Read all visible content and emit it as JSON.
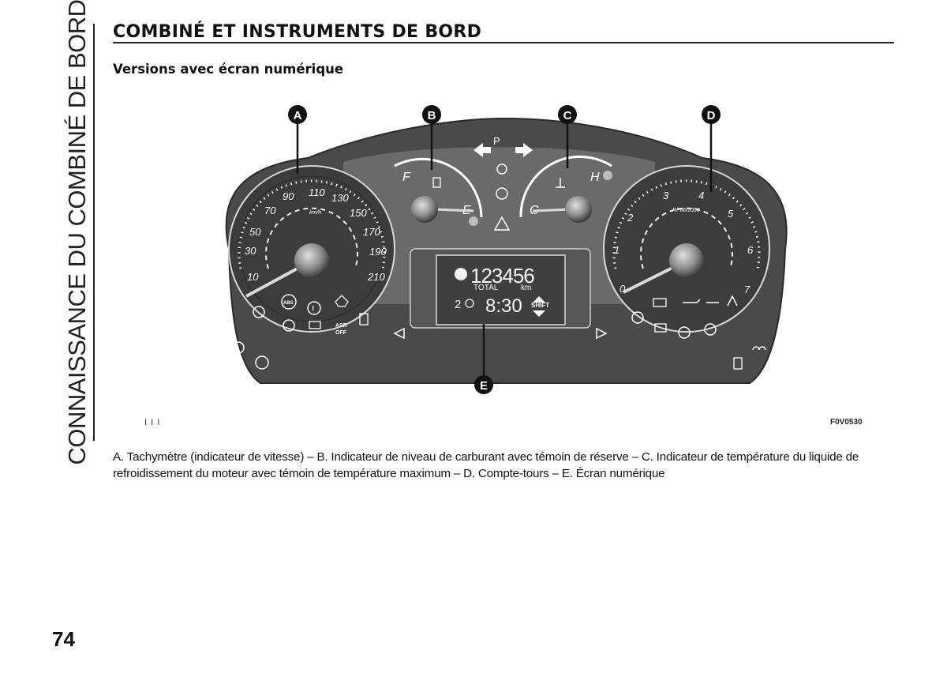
{
  "side_title": "CONNAISSANCE DU COMBINÉ DE BORD",
  "title": "COMBINÉ ET INSTRUMENTS DE BORD",
  "subtitle": "Versions avec écran numérique",
  "figure": {
    "callouts": {
      "a": "A",
      "b": "B",
      "c": "C",
      "d": "D",
      "e": "E"
    },
    "speedometer": {
      "unit": "km/h",
      "ticks": [
        "10",
        "30",
        "50",
        "70",
        "90",
        "110",
        "130",
        "150",
        "170",
        "190",
        "210"
      ]
    },
    "fuel_gauge": {
      "full": "F",
      "empty": "E"
    },
    "temp_gauge": {
      "hot": "H",
      "cold": "C"
    },
    "tachometer": {
      "unit": "RPMx1000",
      "ticks": [
        "0",
        "1",
        "2",
        "3",
        "4",
        "5",
        "6",
        "7"
      ]
    },
    "display": {
      "odometer": "123456",
      "odo_label": "TOTAL",
      "odo_unit": "km",
      "gear": "2",
      "clock": "8:30",
      "shift": "SHIFT"
    },
    "indicators": {
      "abs": "ABS",
      "asr": "ASR",
      "asr_off": "OFF",
      "park": "P"
    },
    "crop_marks": "I I I",
    "code": "F0V0530"
  },
  "caption": "A. Tachymètre (indicateur de vitesse) – B. Indicateur de niveau de carburant avec témoin de réserve – C. Indicateur de température du liquide de refroidissement du moteur avec témoin de température maximum – D. Compte-tours – E. Écran numérique",
  "page_number": "74"
}
